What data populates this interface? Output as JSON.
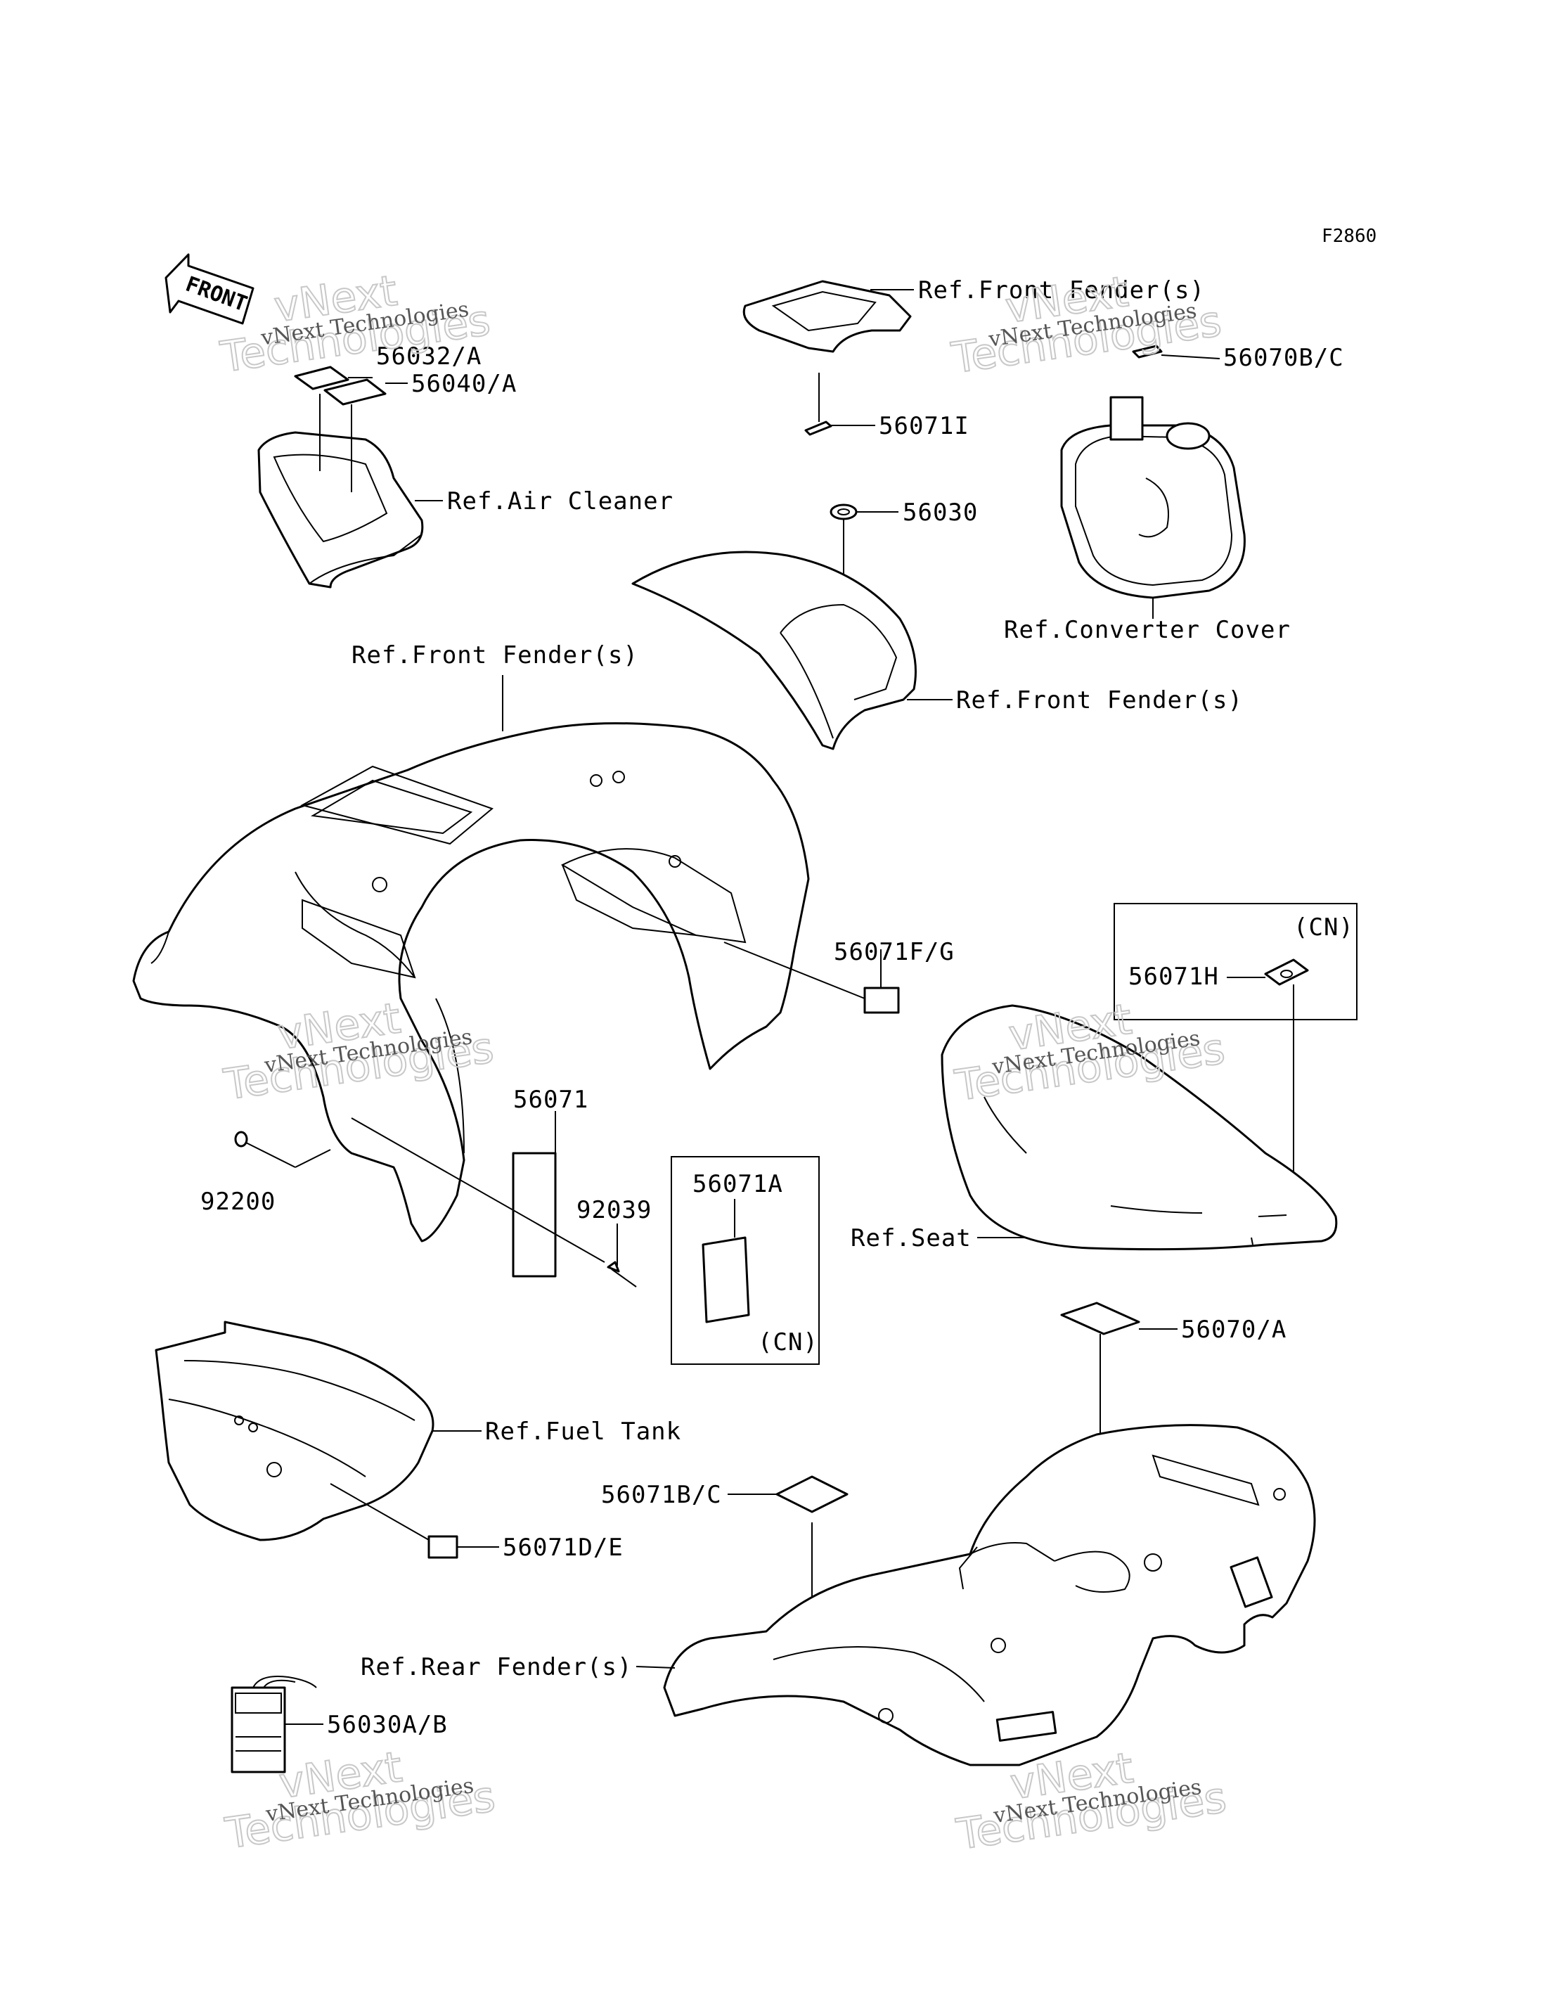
{
  "figure_code": "F2860",
  "front_arrow": "FRONT",
  "labels": {
    "ref_front_fender_top": "Ref.Front Fender(s)",
    "p56070bc": "56070B/C",
    "p56040a": "56040/A",
    "p560322a": "56032/A",
    "ref_air_cleaner": "Ref.Air Cleaner",
    "p56071i": "56071I",
    "p56030": "56030",
    "ref_converter_cover": "Ref.Converter Cover",
    "ref_front_fender_mid": "Ref.Front Fender(s)",
    "ref_front_fender_left": "Ref.Front Fender(s)",
    "p56071fg": "56071F/G",
    "cn_box_top": "(CN)",
    "p56071h": "56071H",
    "p56071": "56071",
    "p92200": "92200",
    "p92039": "92039",
    "p56071a": "56071A",
    "cn_box_bottom": "(CN)",
    "ref_seat": "Ref.Seat",
    "p56070a": "56070/A",
    "ref_fuel_tank": "Ref.Fuel Tank",
    "p56071bc": "56071B/C",
    "p56071de": "56071D/E",
    "ref_rear_fender": "Ref.Rear Fender(s)",
    "p56030ab": "56030A/B"
  },
  "watermark": {
    "line1": "vNext Technologies",
    "line2": "Technologies",
    "line3": "vNext"
  }
}
